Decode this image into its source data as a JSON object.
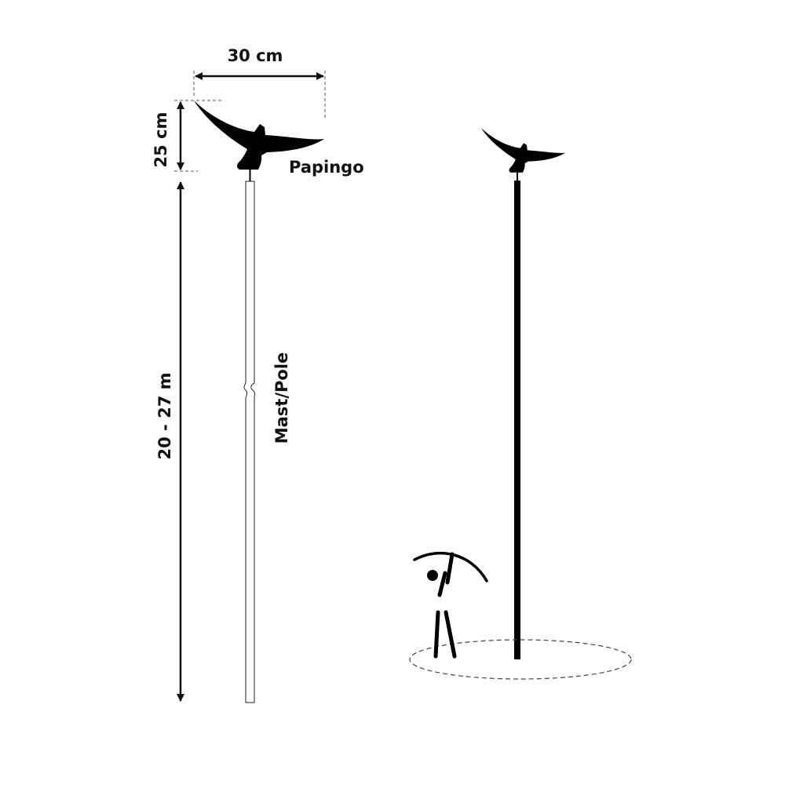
{
  "dimensions": {
    "width_label": "30 cm",
    "height_label": "25 cm",
    "pole_height_label": "20 - 27 m"
  },
  "labels": {
    "bird": "Papingo",
    "pole": "Mast/Pole"
  },
  "colors": {
    "ink": "#000000",
    "dash": "#555555"
  }
}
